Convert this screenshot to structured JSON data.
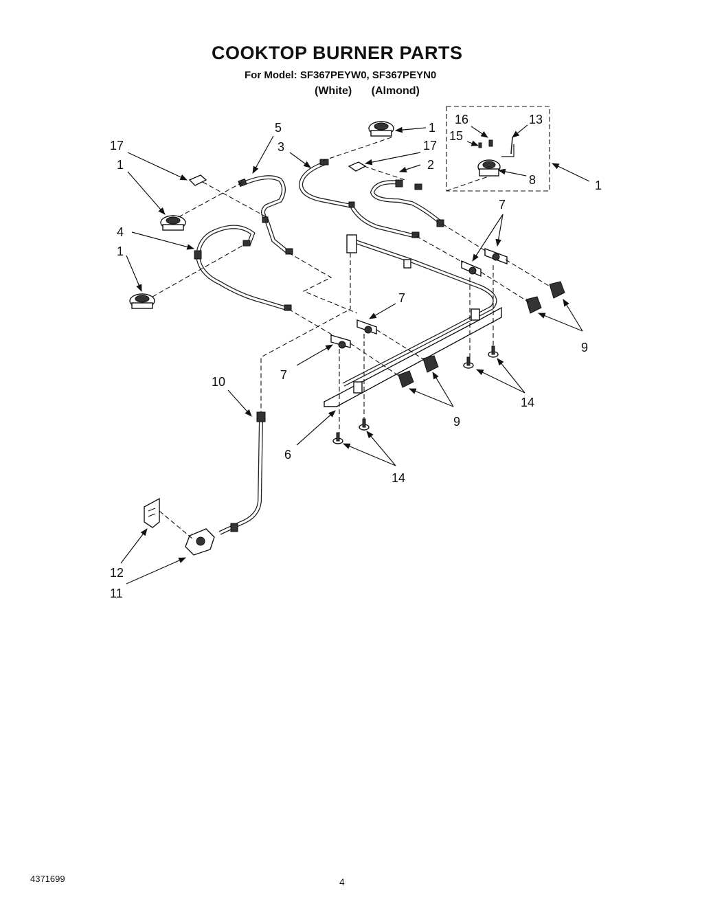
{
  "header": {
    "title": "COOKTOP BURNER PARTS",
    "model_line": "For Model: SF367PEYW0, SF367PEYN0",
    "variant_white": "(White)",
    "variant_almond": "(Almond)"
  },
  "callouts": [
    "17",
    "1",
    "1",
    "4",
    "1",
    "5",
    "3",
    "1",
    "17",
    "2",
    "16",
    "15",
    "13",
    "8",
    "1",
    "7",
    "7",
    "7",
    "9",
    "9",
    "14",
    "14",
    "10",
    "6",
    "12",
    "11"
  ],
  "footer": {
    "doc_number": "4371699",
    "page_number": "4"
  }
}
